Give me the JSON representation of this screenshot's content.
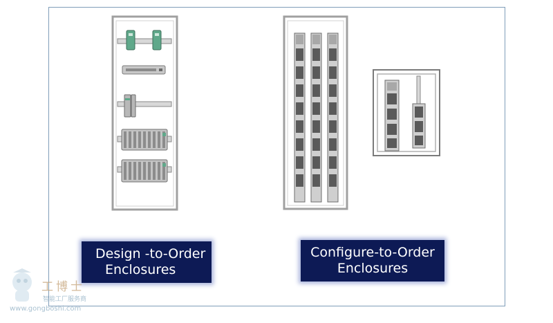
{
  "labels": {
    "design_to_order": {
      "line1": "Design -to-Order",
      "line2": "Enclosures"
    },
    "configure_to_order": {
      "line1": "Configure-to-Order",
      "line2": "Enclosures"
    }
  },
  "watermark": {
    "brand": "工博士",
    "subtitle": "智能工厂服务商",
    "url": "www.gongboshi.com"
  },
  "colors": {
    "frame_border": "#7f9db9",
    "label_bg": "#0d1a55",
    "label_text": "#ffffff",
    "enclosure_border": "#9a9a9a",
    "module_green": "#5fa88a"
  }
}
